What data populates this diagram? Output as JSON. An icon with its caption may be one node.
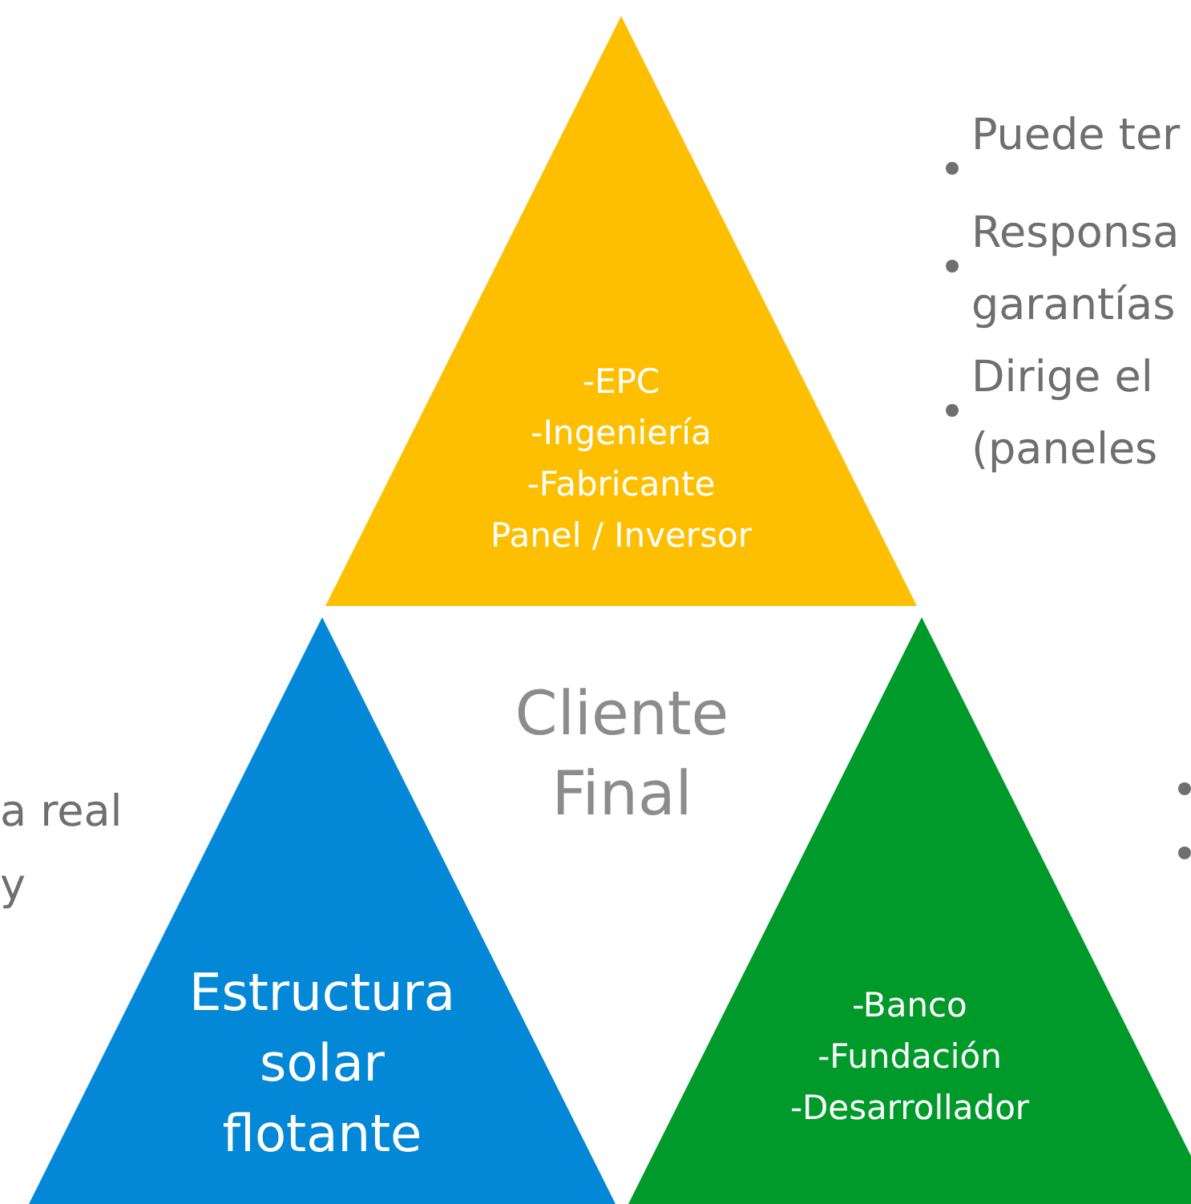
{
  "diagram": {
    "nodes": [
      {
        "text": [
          "-EPC",
          "-Ingeniería",
          "-Fabricante",
          "Panel / Inversor"
        ]
      },
      {
        "text": [
          "Estructura solar flotante"
        ]
      },
      {
        "text": [
          "-Banco",
          "-Fundación",
          "-Desarrollador"
        ]
      }
    ],
    "labels": [
      "Cliente Final",
      "Puede ter",
      "Responsa garantías",
      "Dirige el (paneles",
      "a real y"
    ]
  }
}
